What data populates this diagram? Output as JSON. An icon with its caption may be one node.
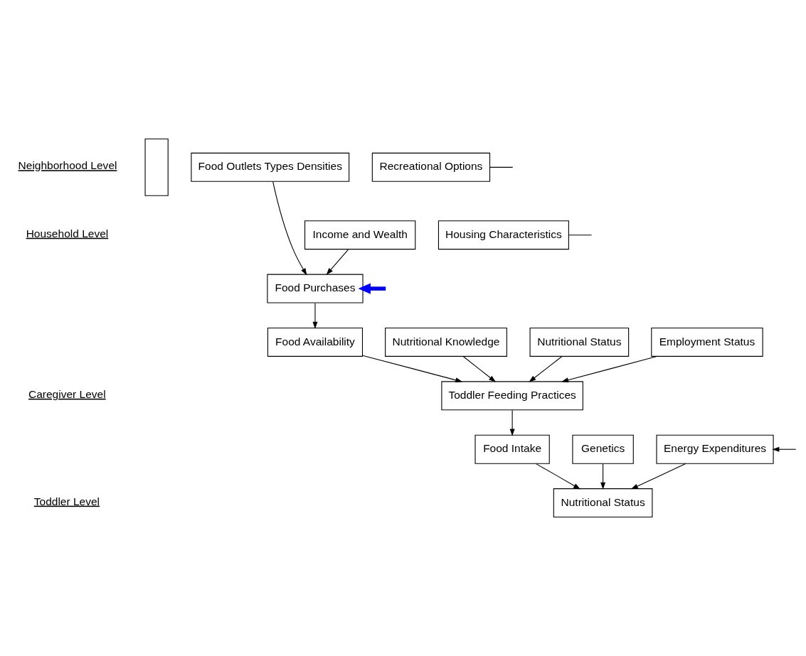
{
  "diagram": {
    "nodes": [
      {
        "text": [
          "Food Outlets Types Densities"
        ]
      },
      {
        "text": [
          "Recreational Options"
        ]
      },
      {
        "text": [
          "Income and Wealth"
        ]
      },
      {
        "text": [
          "Food Purchases"
        ]
      },
      {
        "text": [
          "Housing Characteristics"
        ]
      },
      {
        "text": [
          "Food Availability"
        ]
      },
      {
        "text": [
          "Toddler Feeding Practices"
        ]
      },
      {
        "text": [
          "Nutritional Knowledge"
        ]
      },
      {
        "text": [
          "Nutritional Status"
        ]
      },
      {
        "text": [
          "Employment Status"
        ]
      },
      {
        "text": [
          "Food Intake"
        ]
      },
      {
        "text": [
          "Genetics"
        ]
      },
      {
        "text": [
          "Energy Expenditures"
        ]
      },
      {
        "text": [
          "Nutritional Status"
        ]
      },
      {
        "text": [],
        "shape": "box"
      }
    ],
    "edges": [
      {
        "from": 0,
        "to": 3,
        "arrow": "to"
      },
      {
        "from": 2,
        "to": 3,
        "arrow": "to"
      },
      {
        "from": null,
        "to": 3,
        "arrow": "to",
        "style": "thick",
        "color": "#0000ff"
      },
      {
        "from": 3,
        "to": 5,
        "arrow": "to"
      },
      {
        "from": 5,
        "to": 6,
        "arrow": "to"
      },
      {
        "from": 7,
        "to": 6,
        "arrow": "to"
      },
      {
        "from": 8,
        "to": 6,
        "arrow": "to"
      },
      {
        "from": 9,
        "to": 6,
        "arrow": "to"
      },
      {
        "from": 6,
        "to": 10,
        "arrow": "to"
      },
      {
        "from": 10,
        "to": 13,
        "arrow": "to"
      },
      {
        "from": 11,
        "to": 13,
        "arrow": "to"
      },
      {
        "from": 12,
        "to": 13,
        "arrow": "to"
      },
      {
        "from": 1,
        "to": null,
        "arrow": "none"
      },
      {
        "from": 4,
        "to": null,
        "arrow": "none"
      },
      {
        "from": null,
        "to": 12,
        "arrow": "to"
      }
    ],
    "labels": [
      "Neighborhood Level",
      "Household Level",
      "Caregiver Level",
      "Toddler Level"
    ]
  }
}
